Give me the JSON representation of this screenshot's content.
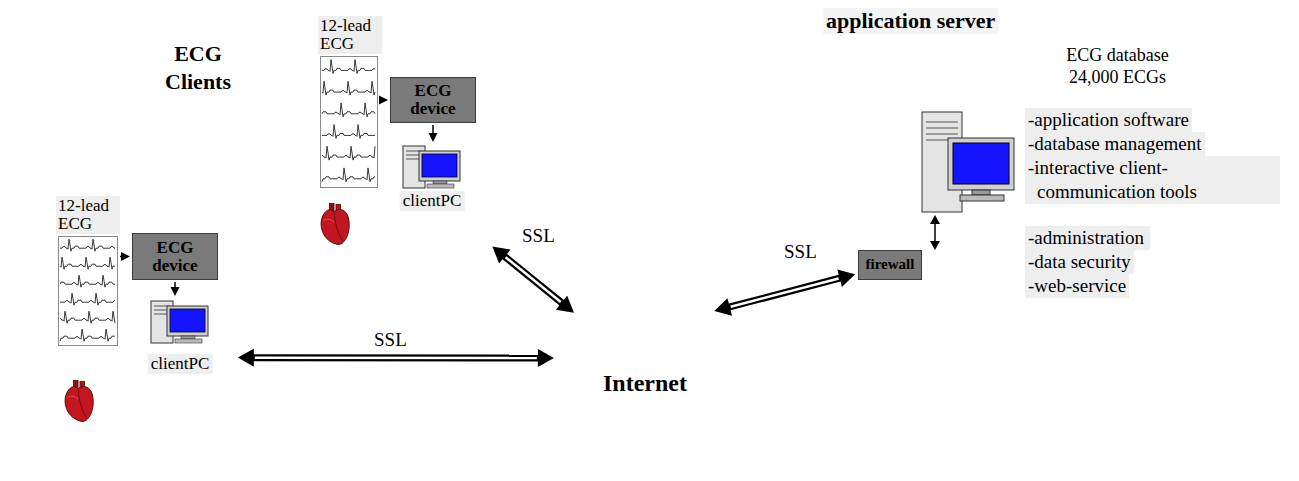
{
  "diagram": {
    "nodes": [
      {
        "text": []
      },
      {
        "text": [
          "12-lead ECG"
        ],
        "in": 0
      },
      {
        "text": [
          "ECG device"
        ],
        "in": 0
      },
      {
        "text": [
          "clientPC"
        ],
        "in": 0
      },
      {
        "text": []
      },
      {
        "text": [
          "12-lead ECG"
        ],
        "in": 4
      },
      {
        "text": [
          "ECG device"
        ],
        "in": 4
      },
      {
        "text": [
          "clientPC"
        ],
        "in": 4
      },
      {
        "text": [
          "Internet"
        ]
      },
      {
        "text": [
          "application server",
          "-application software",
          "-database management",
          "-interactive client- communication tools",
          "-administration",
          "-data security",
          "-web-service"
        ]
      },
      {
        "text": [
          "ECG database 24,000 ECGs"
        ],
        "in": 9
      },
      {
        "text": [
          "firewall"
        ],
        "in": 9
      }
    ],
    "edges": [
      {
        "from": 1,
        "to": 2,
        "arrow": "to"
      },
      {
        "from": 2,
        "to": 3,
        "arrow": "to"
      },
      {
        "from": 5,
        "to": 6,
        "arrow": "to"
      },
      {
        "from": 6,
        "to": 7,
        "arrow": "to"
      },
      {
        "from": 0,
        "to": 8,
        "label": "SSL",
        "arrow": "both"
      },
      {
        "from": 4,
        "to": 8,
        "label": "SSL",
        "arrow": "both"
      },
      {
        "from": 8,
        "to": 11,
        "label": "SSL",
        "arrow": "both"
      }
    ],
    "labels": [
      "ECG Clients"
    ]
  }
}
